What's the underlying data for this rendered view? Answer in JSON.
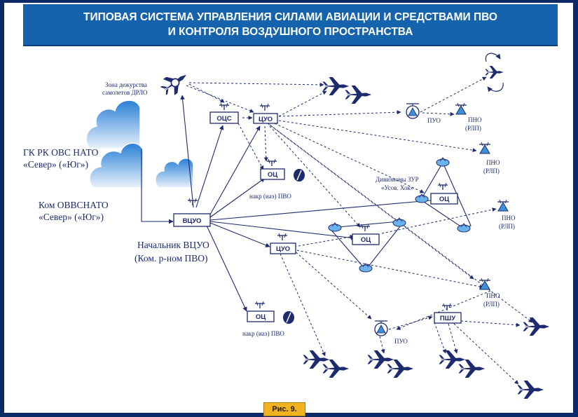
{
  "header": {
    "title_line1": "ТИПОВАЯ СИСТЕМА УПРАВЛЕНИЯ СИЛАМИ АВИАЦИИ И СРЕДСТВАМИ ПВО",
    "title_line2": "И КОНТРОЛЯ ВОЗДУШНОГО ПРОСТРАНСТВА"
  },
  "labels": {
    "awacs_zone_1": "Зона дежурства",
    "awacs_zone_2": "самолетов ДРЛО",
    "gk_rk_1": "ГК РК ОВС НАТО",
    "gk_rk_2": "«Север» («Юг»)",
    "kom_1": "Ком ОВВСНАТО",
    "kom_2": "«Север» («Юг»)",
    "chief_1": "Начальник ВЦУО",
    "chief_2": "(Ком. р-ном ПВО)",
    "sam_div_1": "Дивизионы ЗУР",
    "sam_div_2": "«Усов. Хок»",
    "nakr_1": "накр (иаэ) ПВО",
    "nakr_2": "накр (иаэ) ПВО",
    "puo_1": "ПУО",
    "puo_2": "ПУО",
    "pno_rlp_1_a": "ПНО",
    "pno_rlp_1_b": "(РЛП)",
    "pno_rlp_2_a": "ПНО",
    "pno_rlp_2_b": "(РЛП)",
    "pno_rlp_3_a": "ПНО",
    "pno_rlp_3_b": "(РЛП)",
    "pno_rlp_4_a": "ПНО",
    "pno_rlp_4_b": "(РЛП)"
  },
  "nodes": {
    "vcuo": "ВЦУО",
    "ocs": "ОЦС",
    "cuo_top": "ЦУО",
    "cuo_mid": "ЦУО",
    "oc_1": "ОЦ",
    "oc_2": "ОЦ",
    "oc_3": "ОЦ",
    "oc_4": "ОЦ",
    "pshu": "ПШУ"
  },
  "caption": "Рис. 9.",
  "colors": {
    "background": "#0c2a66",
    "header": "#1663ad",
    "ink": "#1e2a6e",
    "sky": "#1f6fc7",
    "caption": "#f2b321"
  }
}
